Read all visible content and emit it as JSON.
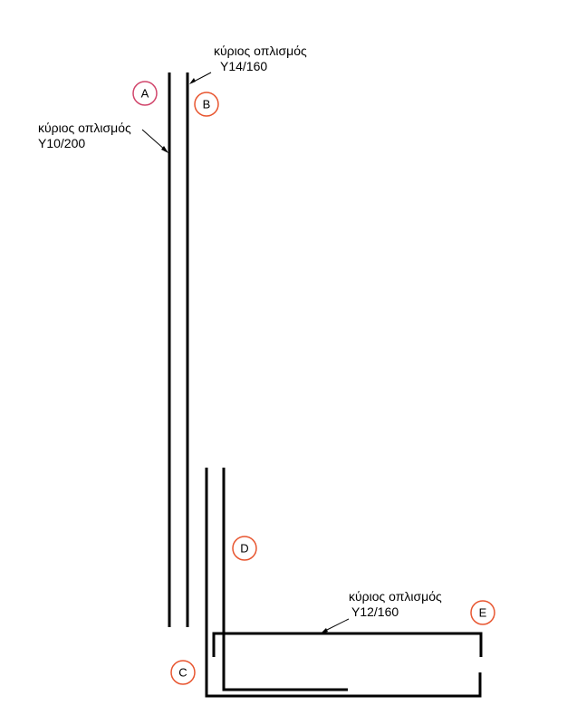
{
  "annotations": {
    "a": {
      "line1": "κύριος οπλισμός",
      "line2": "Y10/200"
    },
    "b": {
      "line1": "κύριος οπλισμός",
      "line2": "Y14/160"
    },
    "e": {
      "line1": "κύριος οπλισμός",
      "line2": "Y12/160"
    }
  },
  "markers": {
    "a": {
      "label": "A",
      "color": "#d1456b"
    },
    "b": {
      "label": "B",
      "color": "#e8552f"
    },
    "c": {
      "label": "C",
      "color": "#e8552f"
    },
    "d": {
      "label": "D",
      "color": "#e8552f"
    },
    "e": {
      "label": "E",
      "color": "#e8552f"
    }
  }
}
